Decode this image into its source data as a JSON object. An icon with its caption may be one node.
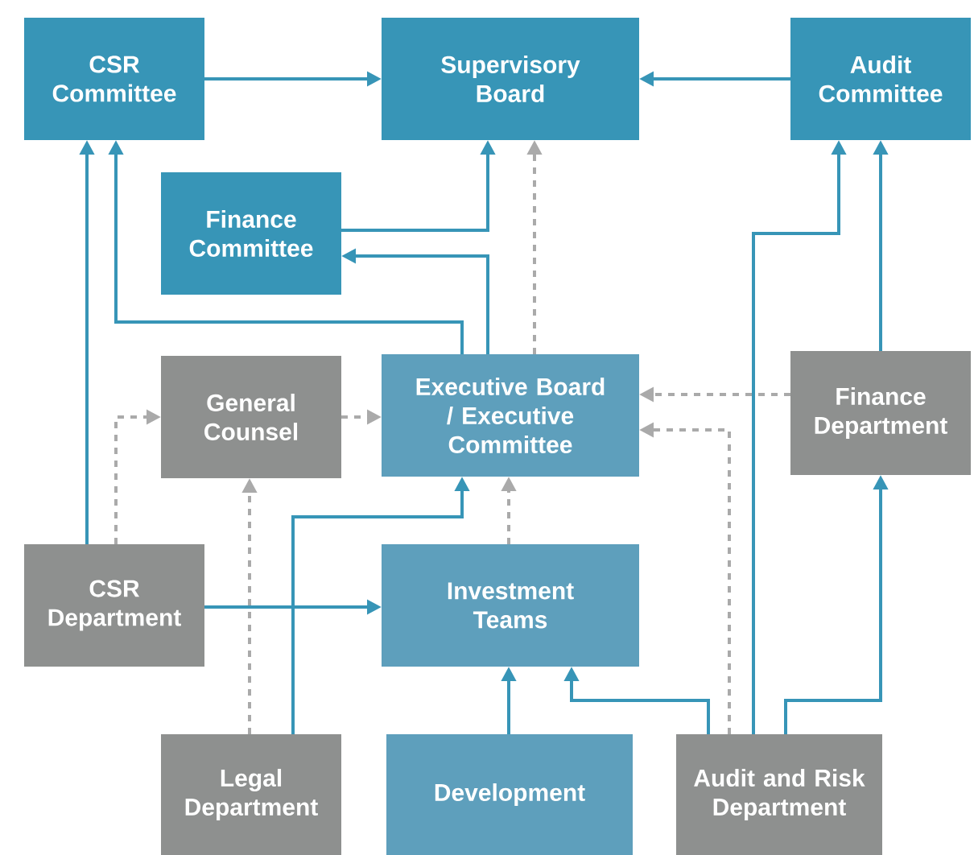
{
  "diagram": {
    "nodes": [
      {
        "text": [
          "CSR Committee"
        ]
      },
      {
        "text": [
          "Supervisory Board"
        ]
      },
      {
        "text": [
          "Audit Committee"
        ]
      },
      {
        "text": [
          "Finance Committee"
        ]
      },
      {
        "text": [
          "General Counsel"
        ]
      },
      {
        "text": [
          "Executive Board / Executive Committee"
        ]
      },
      {
        "text": [
          "Finance Department"
        ]
      },
      {
        "text": [
          "CSR Department"
        ]
      },
      {
        "text": [
          "Investment Teams"
        ]
      },
      {
        "text": [
          "Legal Department"
        ]
      },
      {
        "text": [
          "Development"
        ]
      },
      {
        "text": [
          "Audit and Risk Department"
        ]
      }
    ],
    "edges": [
      {
        "from": 0,
        "to": 1,
        "arrow": "to"
      },
      {
        "from": 2,
        "to": 1,
        "arrow": "to"
      },
      {
        "from": 3,
        "to": 1,
        "arrow": "to"
      },
      {
        "from": 5,
        "to": 3,
        "arrow": "to"
      },
      {
        "from": 5,
        "to": 0,
        "arrow": "to"
      },
      {
        "from": 5,
        "to": 1,
        "arrow": "to",
        "style": "dashed",
        "color": "#aaaaaa"
      },
      {
        "from": 7,
        "to": 0,
        "arrow": "to"
      },
      {
        "from": 7,
        "to": 4,
        "arrow": "to",
        "style": "dashed",
        "color": "#aaaaaa"
      },
      {
        "from": 4,
        "to": 5,
        "arrow": "to",
        "style": "dashed",
        "color": "#aaaaaa"
      },
      {
        "from": 6,
        "to": 5,
        "arrow": "to",
        "style": "dashed",
        "color": "#aaaaaa"
      },
      {
        "from": 11,
        "to": 5,
        "arrow": "to",
        "style": "dashed",
        "color": "#aaaaaa"
      },
      {
        "from": 7,
        "to": 8,
        "arrow": "to"
      },
      {
        "from": 9,
        "to": 5,
        "arrow": "to"
      },
      {
        "from": 9,
        "to": 4,
        "arrow": "to",
        "style": "dashed",
        "color": "#aaaaaa"
      },
      {
        "from": 8,
        "to": 5,
        "arrow": "to",
        "style": "dashed",
        "color": "#aaaaaa"
      },
      {
        "from": 10,
        "to": 8,
        "arrow": "to"
      },
      {
        "from": 11,
        "to": 8,
        "arrow": "to"
      },
      {
        "from": 11,
        "to": 2,
        "arrow": "to"
      },
      {
        "from": 11,
        "to": 6,
        "arrow": "to"
      },
      {
        "from": 6,
        "to": 2,
        "arrow": "to"
      }
    ]
  }
}
